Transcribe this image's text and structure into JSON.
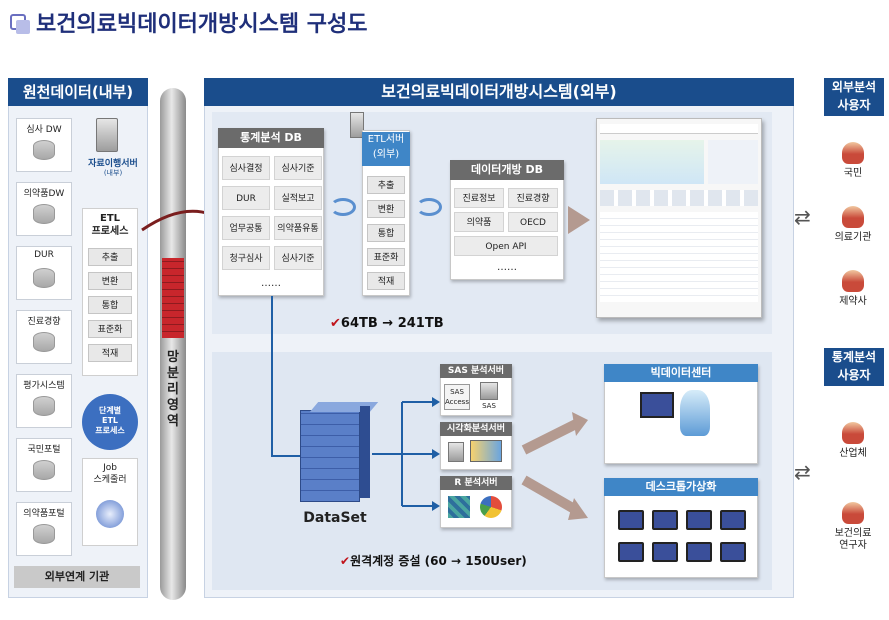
{
  "title": "보건의료빅데이터개방시스템 구성도",
  "left": {
    "header": "원천데이터(내부)",
    "sources": [
      "심사 DW",
      "의약품DW",
      "DUR",
      "진료경향",
      "평가시스템",
      "국민포털",
      "의약품포털"
    ],
    "migration_server": "자료이행서버",
    "migration_server_sub": "(내부)",
    "etl_title": "ETL\n프로세스",
    "etl_items": [
      "추출",
      "변환",
      "통합",
      "표준화",
      "적재"
    ],
    "stage_etl": "단계별\nETL\n프로세스",
    "job": "Job\n스케줄러",
    "footer": "외부연계 기관"
  },
  "firewall_label": "망분리영역",
  "main": {
    "header": "보건의료빅데이터개방시스템(외부)",
    "stats_db": {
      "title": "통계분석 DB",
      "items": [
        "심사결정",
        "심사기준",
        "DUR",
        "실적보고",
        "업무공통",
        "의약품유통",
        "청구심사",
        "심사기준"
      ],
      "more": "……"
    },
    "etl_server": {
      "title": "ETL서버\n(외부)",
      "items": [
        "추출",
        "변환",
        "통합",
        "표준화",
        "적재"
      ]
    },
    "open_db": {
      "title": "데이터개방 DB",
      "items": [
        "진료정보",
        "진료경향",
        "의약품",
        "OECD",
        "Open API"
      ],
      "more": "……"
    },
    "capacity_note": "64TB → 241TB",
    "dataset_label": "DataSet",
    "sas": {
      "title": "SAS 분석서버",
      "access": "SAS\nAccess",
      "sas": "SAS"
    },
    "vis": {
      "title": "시각화분석서버"
    },
    "r": {
      "title": "R 분석서버"
    },
    "bigdata_center": "빅데이터센터",
    "desktop_virt": "데스크톱가상화",
    "account_note": "원격계정 증설 (60 → 150User)"
  },
  "right": {
    "external_header": "외부분석\n사용자",
    "external_users": [
      "국민",
      "의료기관",
      "제약사"
    ],
    "stat_header": "통계분석\n사용자",
    "stat_users": [
      "산업체",
      "보건의료\n연구자"
    ]
  },
  "colors": {
    "header_blue": "#1a4d8c",
    "check_red": "#c0141b",
    "firewall_red": "#c8262c"
  }
}
